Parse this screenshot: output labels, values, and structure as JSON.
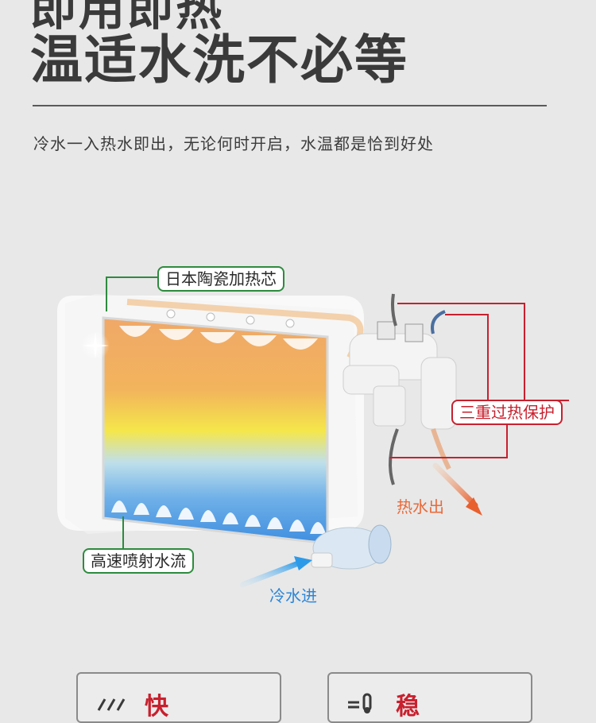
{
  "header": {
    "title_top": "即用即热",
    "title_main": "温适水洗不必等",
    "subtitle": "冷水一入热水即出，无论何时开启，水温都是恰到好处"
  },
  "callouts": {
    "ceramic_heating_core": "日本陶瓷加热芯",
    "triple_overheat_protection": "三重过热保护",
    "high_speed_jet": "高速喷射水流"
  },
  "flows": {
    "hot_out": "热水出",
    "cold_in": "冷水进"
  },
  "features": [
    {
      "label": "快",
      "icon": "speed-lines-icon"
    },
    {
      "label": "稳",
      "icon": "thermometer-icon"
    }
  ],
  "colors": {
    "accent_red": "#c8202e",
    "accent_green": "#2e8b3e",
    "hot": "#e86a3a",
    "cold": "#2d86d8"
  }
}
